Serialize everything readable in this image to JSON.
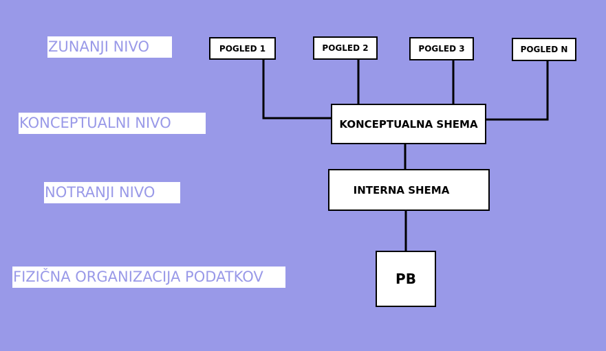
{
  "levels": {
    "external": "ZUNANJI NIVO",
    "conceptual": "KONCEPTUALNI NIVO",
    "internal": "NOTRANJI NIVO",
    "physical": "FIZIČNA ORGANIZACIJA PODATKOV"
  },
  "views": [
    "POGLED 1",
    "POGLED 2",
    "POGLED 3",
    "POGLED N"
  ],
  "conceptual_schema": "KONCEPTUALNA SHEMA",
  "internal_schema": "INTERNA SHEMA",
  "database": "PB",
  "colors": {
    "background": "#9999e8",
    "label_text": "#9999e8",
    "label_background": "#ffffff",
    "box_border": "#000000"
  }
}
